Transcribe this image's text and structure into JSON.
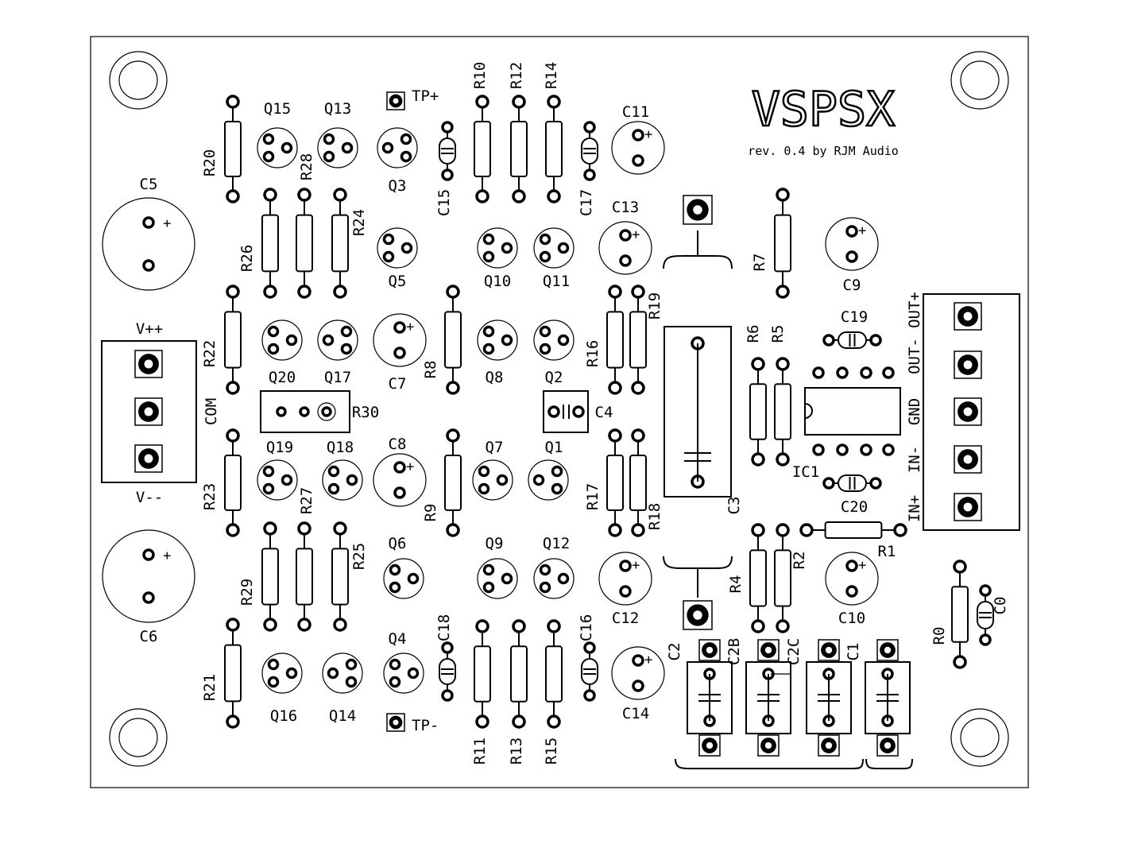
{
  "board": {
    "title": "VSPSX",
    "subtitle": "rev. 0.4 by RJM Audio"
  },
  "connectors": {
    "power": [
      "V++",
      "COM",
      "V--"
    ],
    "signal": [
      "OUT+",
      "OUT-",
      "GND",
      "IN-",
      "IN+"
    ]
  },
  "test_points": [
    "TP+",
    "TP-"
  ],
  "transistors": [
    "Q1",
    "Q2",
    "Q3",
    "Q4",
    "Q5",
    "Q6",
    "Q7",
    "Q8",
    "Q9",
    "Q10",
    "Q11",
    "Q12",
    "Q13",
    "Q14",
    "Q15",
    "Q16",
    "Q17",
    "Q18",
    "Q19",
    "Q20"
  ],
  "resistors": [
    "R0",
    "R1",
    "R2",
    "R4",
    "R5",
    "R6",
    "R7",
    "R8",
    "R9",
    "R10",
    "R11",
    "R12",
    "R13",
    "R14",
    "R15",
    "R16",
    "R17",
    "R18",
    "R19",
    "R20",
    "R21",
    "R22",
    "R23",
    "R24",
    "R25",
    "R26",
    "R27",
    "R28",
    "R29",
    "R30"
  ],
  "capacitors": [
    "C0",
    "C1",
    "C2",
    "C2B",
    "C2C",
    "C3",
    "C4",
    "C5",
    "C6",
    "C7",
    "C8",
    "C9",
    "C10",
    "C11",
    "C12",
    "C13",
    "C14",
    "C15",
    "C16",
    "C17",
    "C18",
    "C19",
    "C20"
  ],
  "ic": "IC1",
  "polarity_mark": "+"
}
